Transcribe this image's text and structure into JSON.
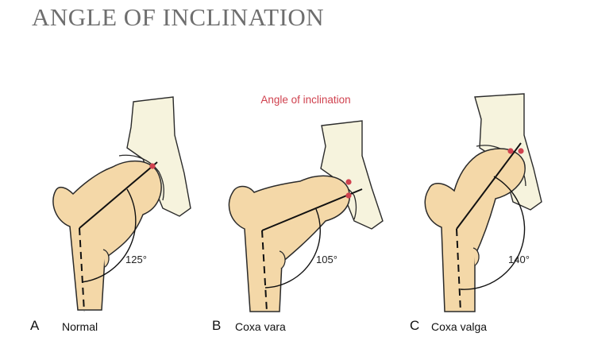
{
  "title": "ANGLE OF INCLINATION",
  "angle_caption": "Angle of inclination",
  "colors": {
    "bone": "#f4d8a8",
    "pelvis": "#f6f3dd",
    "outline": "#2a2a2a",
    "marker": "#d0424f",
    "title": "#6e6e6e"
  },
  "panels": [
    {
      "letter": "A",
      "name": "Normal",
      "angle": "125°"
    },
    {
      "letter": "B",
      "name": "Coxa vara",
      "angle": "105°"
    },
    {
      "letter": "C",
      "name": "Coxa valga",
      "angle": "140°"
    }
  ]
}
